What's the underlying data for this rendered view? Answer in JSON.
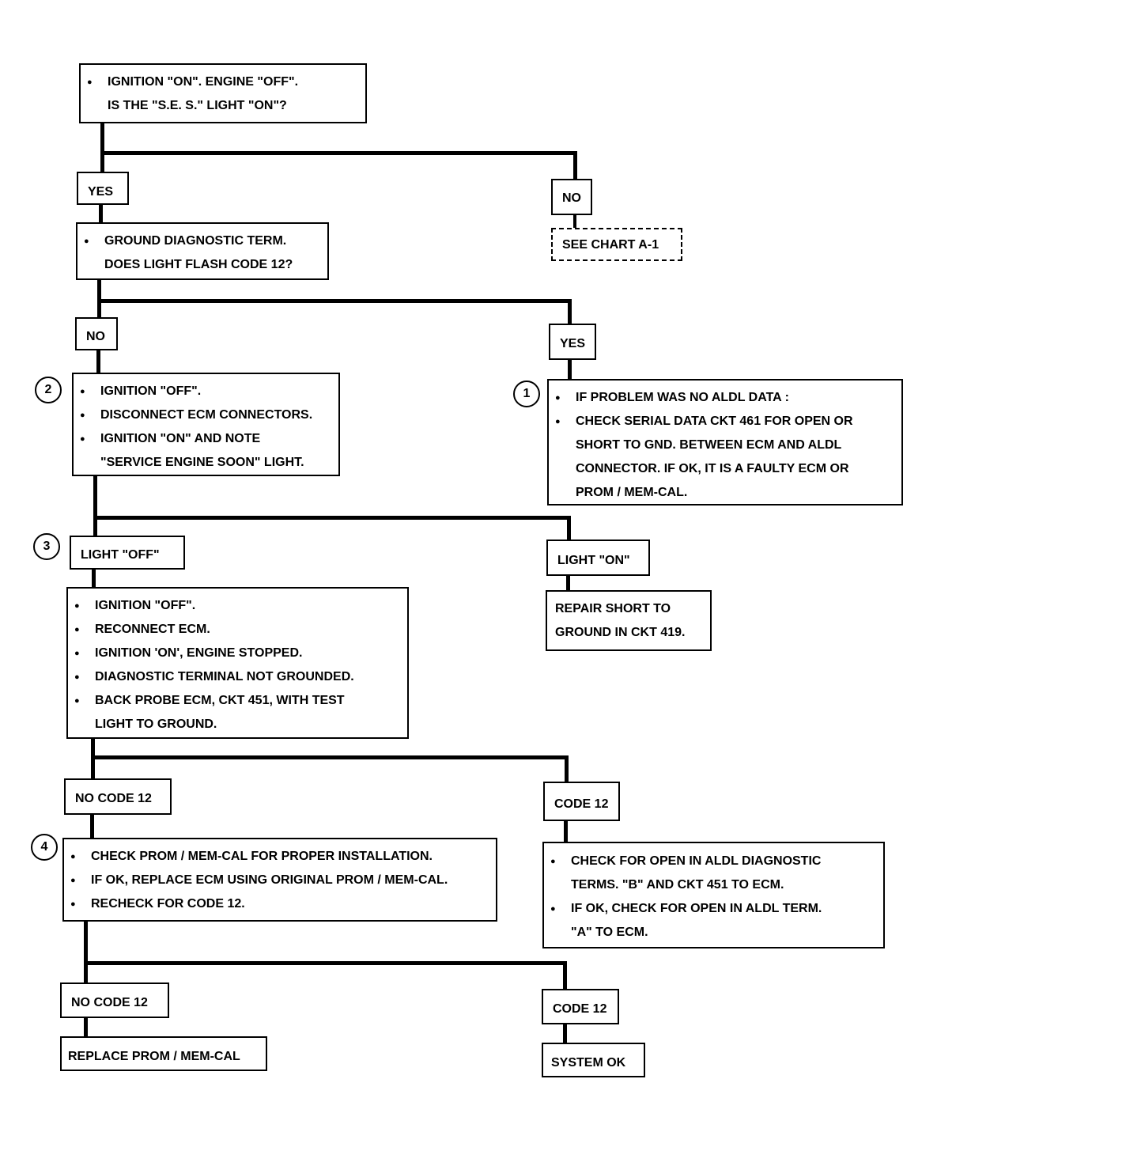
{
  "nodes": {
    "start": [
      "IGNITION \"ON\".  ENGINE \"OFF\".",
      "IS THE \"S.E. S.\" LIGHT \"ON\"?"
    ],
    "yes1": "YES",
    "no1": "NO",
    "see_chart": "SEE  CHART A-1",
    "ground": [
      "GROUND DIAGNOSTIC TERM.",
      "DOES LIGHT FLASH CODE 12?"
    ],
    "no2": "NO",
    "yes2": "YES",
    "step2": [
      {
        "bullet": true,
        "text": "IGNITION \"OFF\"."
      },
      {
        "bullet": true,
        "text": "DISCONNECT ECM CONNECTORS."
      },
      {
        "bullet": true,
        "text": "IGNITION \"ON\" AND NOTE"
      },
      {
        "bullet": false,
        "text": "\"SERVICE ENGINE SOON\" LIGHT."
      }
    ],
    "step1": [
      {
        "bullet": true,
        "text": "IF PROBLEM WAS NO ALDL DATA :"
      },
      {
        "bullet": true,
        "text": "CHECK SERIAL DATA CKT 461 FOR OPEN OR"
      },
      {
        "bullet": false,
        "text": "SHORT TO GND. BETWEEN ECM AND ALDL"
      },
      {
        "bullet": false,
        "text": "CONNECTOR.  IF OK, IT IS A FAULTY ECM OR"
      },
      {
        "bullet": false,
        "text": "PROM / MEM-CAL."
      }
    ],
    "light_off": "LIGHT \"OFF\"",
    "light_on": "LIGHT \"ON\"",
    "repair_short": [
      "REPAIR SHORT TO",
      "GROUND IN CKT 419."
    ],
    "step3": [
      {
        "bullet": true,
        "text": "IGNITION \"OFF\"."
      },
      {
        "bullet": true,
        "text": "RECONNECT ECM."
      },
      {
        "bullet": true,
        "text": "IGNITION 'ON', ENGINE STOPPED."
      },
      {
        "bullet": true,
        "text": "DIAGNOSTIC TERMINAL NOT GROUNDED."
      },
      {
        "bullet": true,
        "text": "BACK PROBE  ECM, CKT 451, WITH TEST"
      },
      {
        "bullet": false,
        "text": "LIGHT TO GROUND."
      }
    ],
    "no_code12_a": "NO CODE 12",
    "code12_a": "CODE 12",
    "step4": [
      {
        "bullet": true,
        "text": "CHECK PROM / MEM-CAL FOR PROPER INSTALLATION."
      },
      {
        "bullet": true,
        "text": "IF OK, REPLACE ECM USING ORIGINAL PROM / MEM-CAL."
      },
      {
        "bullet": true,
        "text": "RECHECK FOR CODE 12."
      }
    ],
    "check_open": [
      {
        "bullet": true,
        "text": "CHECK FOR OPEN IN ALDL DIAGNOSTIC"
      },
      {
        "bullet": false,
        "text": "TERMS. \"B\" AND CKT 451 TO ECM."
      },
      {
        "bullet": true,
        "text": "IF OK, CHECK FOR OPEN IN ALDL TERM."
      },
      {
        "bullet": false,
        "text": "\"A\" TO ECM."
      }
    ],
    "no_code12_b": "NO CODE 12",
    "code12_b": "CODE 12",
    "replace_prom": "REPLACE PROM / MEM-CAL",
    "system_ok": "SYSTEM OK"
  },
  "markers": [
    "1",
    "2",
    "3",
    "4"
  ]
}
